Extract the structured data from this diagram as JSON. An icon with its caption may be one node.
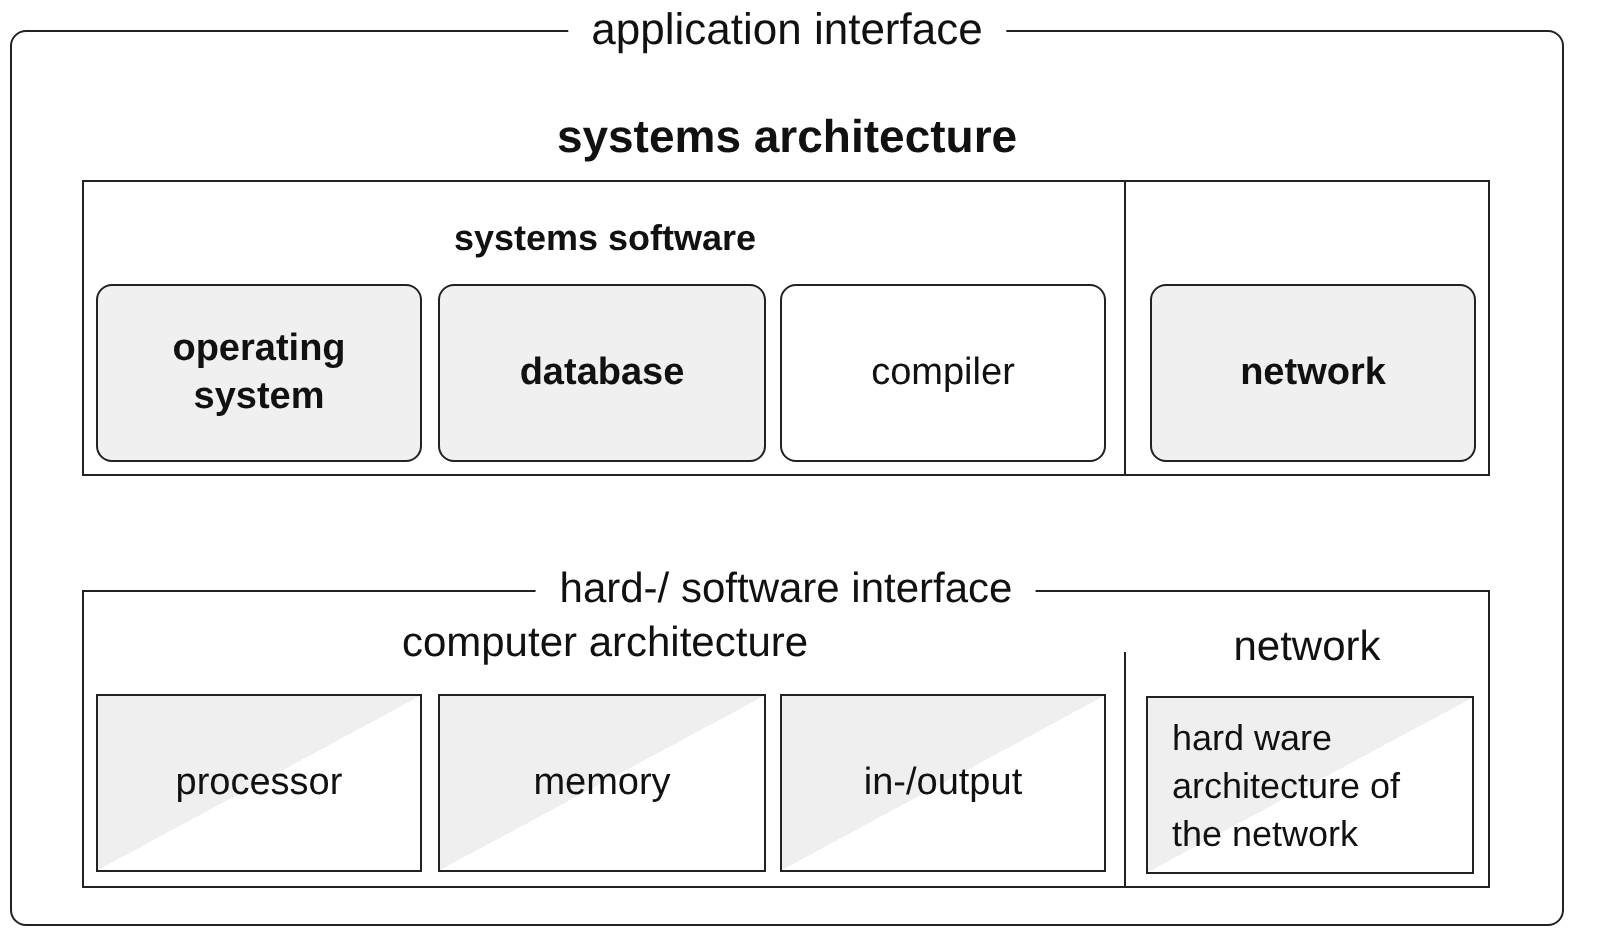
{
  "diagram": {
    "nodes": [
      {
        "text": [
          "application interface",
          "systems architecture"
        ]
      },
      {
        "text": [
          "systems software"
        ],
        "in": 0
      },
      {
        "text": [
          "operating system"
        ],
        "in": 1
      },
      {
        "text": [
          "database"
        ],
        "in": 1
      },
      {
        "text": [
          "compiler"
        ],
        "in": 1
      },
      {
        "text": [
          "network"
        ],
        "in": 1
      },
      {
        "text": [
          "hard-/ software interface",
          "computer architecture",
          "network"
        ],
        "in": 0
      },
      {
        "text": [
          "processor"
        ],
        "in": 6
      },
      {
        "text": [
          "memory"
        ],
        "in": 6
      },
      {
        "text": [
          "in-/output"
        ],
        "in": 6
      },
      {
        "text": [
          "hard ware architecture of the network"
        ],
        "in": 6
      }
    ]
  }
}
